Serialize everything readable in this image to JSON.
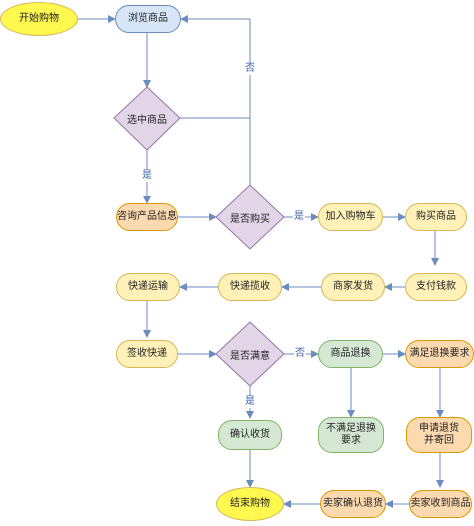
{
  "nodes": {
    "start": "开始购物",
    "browse": "浏览商品",
    "select": "选中商品",
    "inquire": "咨询产品信息",
    "decide_buy": "是否购买",
    "add_cart": "加入购物车",
    "buy": "购买商品",
    "pay": "支付钱款",
    "seller_ship": "商家发货",
    "courier_collect": "快递揽收",
    "courier_transport": "快递运输",
    "sign_receive": "签收快递",
    "decide_satisfied": "是否满意",
    "return_exchange": "商品退换",
    "meet_return": "满足退换要求",
    "not_meet_return": "不满足退换要求",
    "apply_return": "申请退货并寄回",
    "confirm_receipt": "确认收货",
    "seller_receive": "卖家收到商品",
    "seller_confirm": "卖家确认退货",
    "end": "结束购物"
  },
  "edge_labels": {
    "no_back_to_browse": "否",
    "yes_select": "是",
    "yes_buy": "是",
    "no_satisfied": "否",
    "yes_satisfied": "是"
  },
  "colors": {
    "edge": "#6c8ebf",
    "blue_fill": "#d7e6f7",
    "yellow_fill": "#fff1b8",
    "orange_fill": "#fdd9b0",
    "green_fill": "#d5e8d4",
    "diamond_fill": "#e1d5e7",
    "start_fill": "#fff84f"
  }
}
